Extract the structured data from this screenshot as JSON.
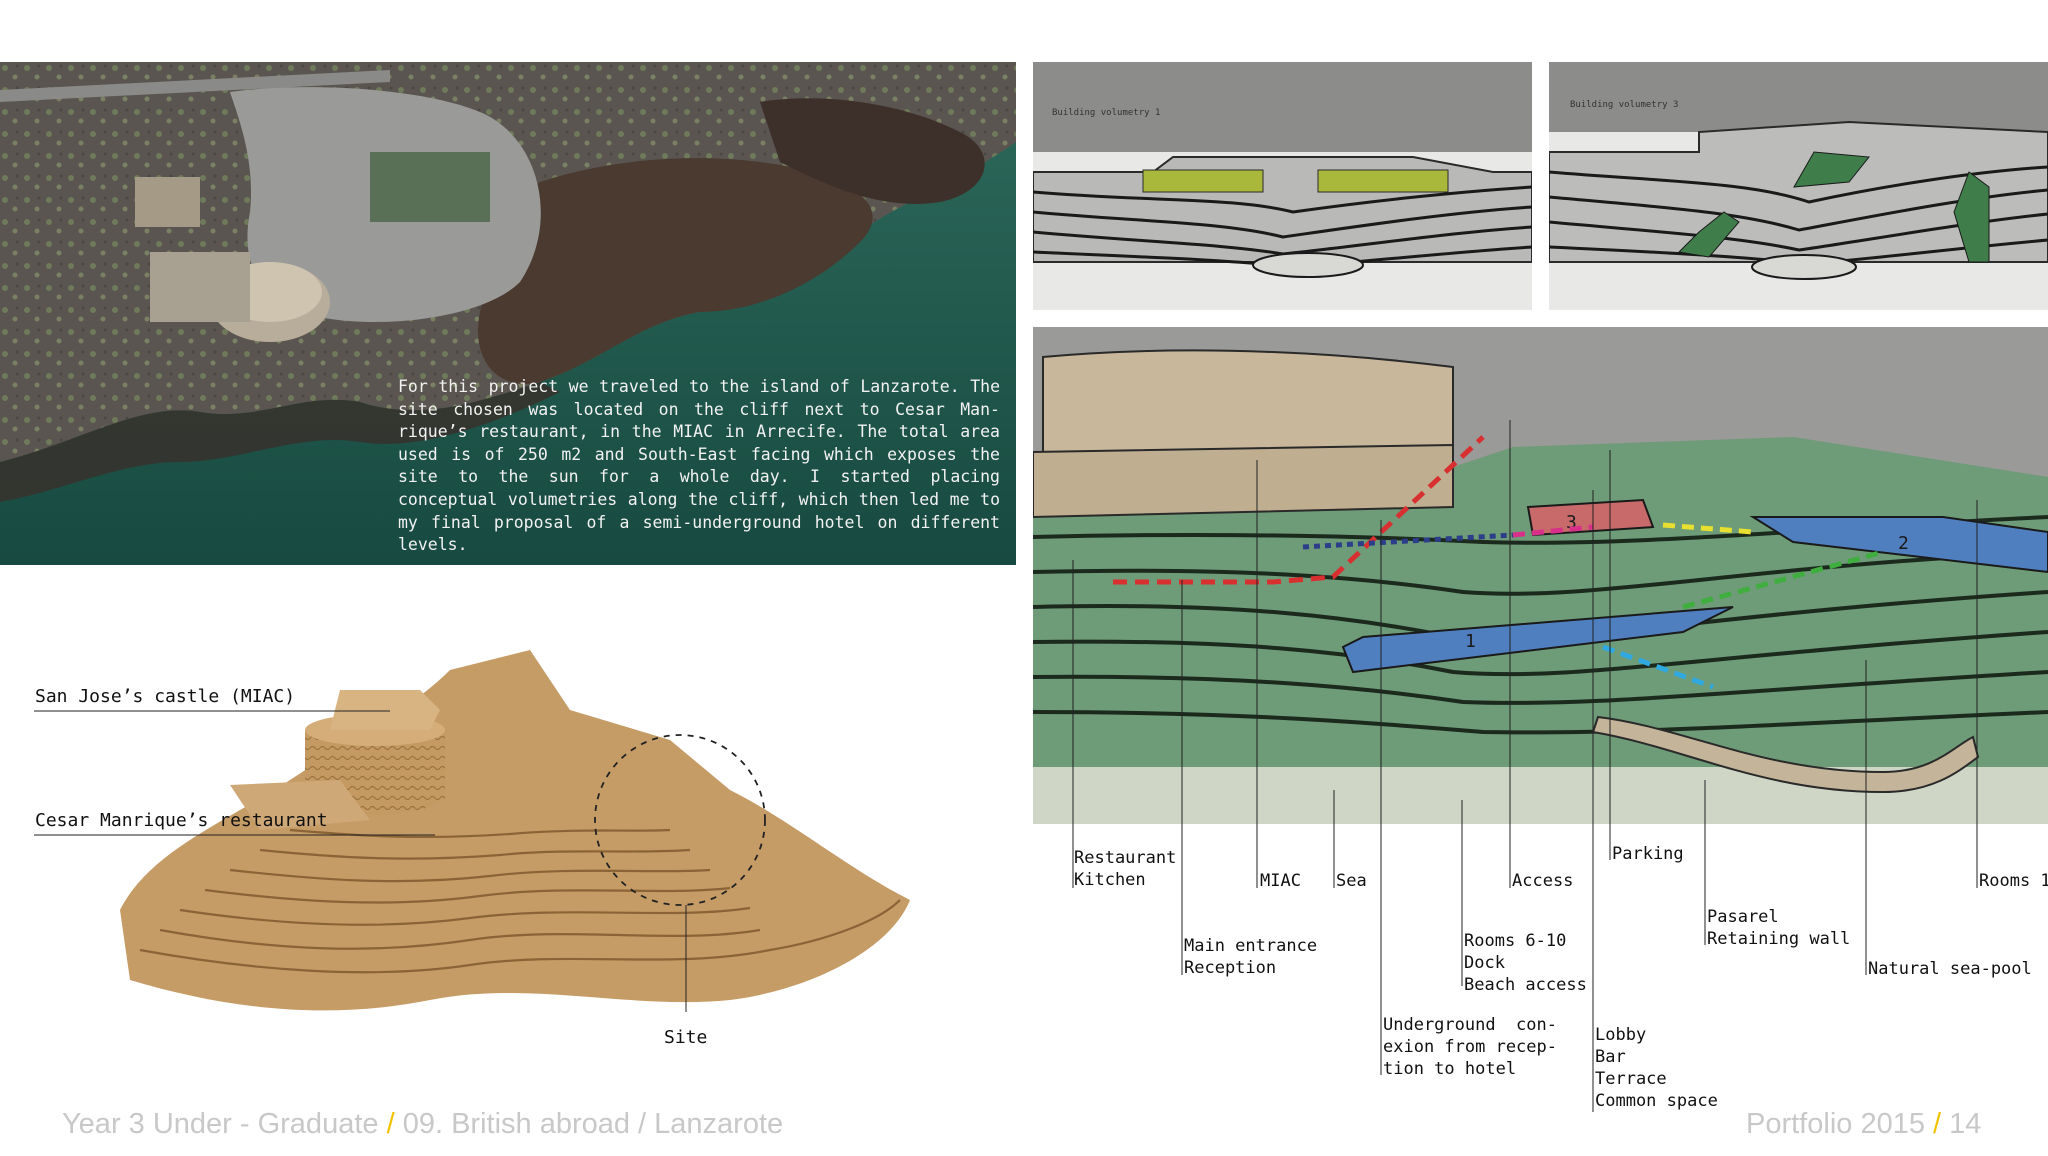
{
  "intro_text": "For this project we traveled to the island of Lanzarote. The site chosen was located on the cliff next to Cesar Man-rique’s restaurant, in the MIAC in Arrecife. The total area used is of 250 m2 and South-East facing which exposes the site to the sun for a whole day. I started placing conceptual volumetries along the cliff, which then led me to my final proposal of a semi-underground hotel on different levels.",
  "model_labels": {
    "castle": "San Jose’s castle (MIAC)",
    "restaurant": "Cesar Manrique’s restaurant",
    "site": "Site"
  },
  "volumetry_labels": {
    "first": "Building volumetry 1",
    "second": "Building volumetry 3"
  },
  "volume_numbers": [
    "3",
    "2",
    "1"
  ],
  "callouts": {
    "restaurant_kitchen": "Restaurant\nKitchen",
    "main_entrance": "Main entrance\nReception",
    "miac": "MIAC",
    "sea": "Sea",
    "underground": "Underground  con-\nexion from recep-\ntion to hotel",
    "access": "Access",
    "rooms_6_10": "Rooms 6-10\nDock\nBeach access",
    "lobby": "Lobby\nBar\nTerrace\nCommon space",
    "parking": "Parking",
    "pasarel": "Pasarel\nRetaining wall",
    "natural_pool": "Natural sea-pool",
    "rooms_1": "Rooms 1"
  },
  "footer": {
    "left_a": "Year 3 Under - Graduate",
    "slash": "/",
    "left_b": "09. British abroad / Lanzarote",
    "right_a": "Portfolio 2015",
    "right_b": "14"
  },
  "colors": {
    "sea": "#1f5a4c",
    "terrain_green": "#6f9a78",
    "volume_blue": "#4f7fbf",
    "volume_red": "#c96a6a",
    "cardboard": "#c9a06a",
    "accent_yellow": "#f2c200"
  }
}
